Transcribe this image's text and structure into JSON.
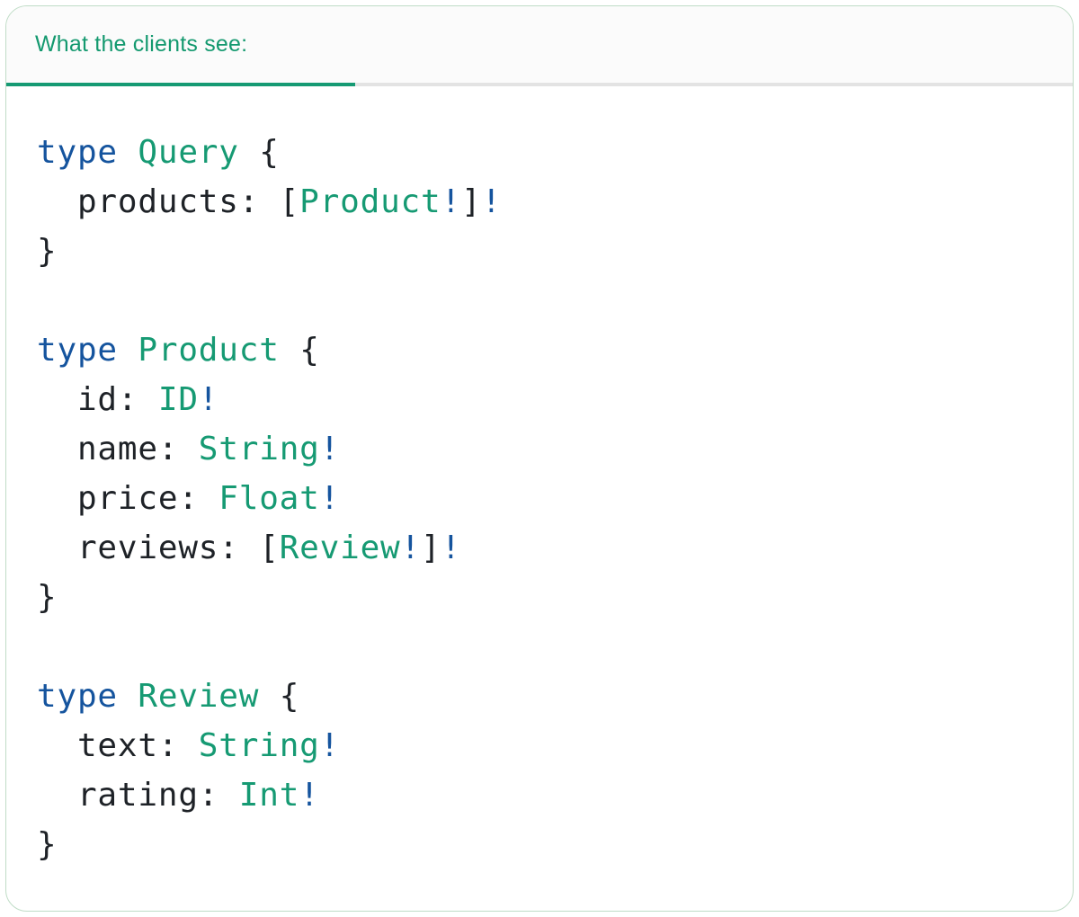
{
  "panel": {
    "title": "What the clients see:",
    "colors": {
      "accent_teal": "#169A73",
      "header_text_teal": "#14996F",
      "keyword_blue": "#15549E",
      "code_plain": "#1E2227",
      "header_bg": "#FBFBFB",
      "divider_gray": "#E3E3E3",
      "card_border": "#BFDCC6",
      "card_bg": "#FFFFFF"
    }
  },
  "code": {
    "language": "graphql-sdl",
    "lines": [
      {
        "tokens": [
          {
            "t": "type",
            "c": "kw"
          },
          {
            "t": " ",
            "c": "pl"
          },
          {
            "t": "Query",
            "c": "ty"
          },
          {
            "t": " {",
            "c": "pl"
          }
        ]
      },
      {
        "tokens": [
          {
            "t": "  products: [",
            "c": "pl"
          },
          {
            "t": "Product",
            "c": "ty"
          },
          {
            "t": "!",
            "c": "bang"
          },
          {
            "t": "]",
            "c": "pl"
          },
          {
            "t": "!",
            "c": "bang"
          }
        ]
      },
      {
        "tokens": [
          {
            "t": "}",
            "c": "pl"
          }
        ]
      },
      {
        "tokens": []
      },
      {
        "tokens": [
          {
            "t": "type",
            "c": "kw"
          },
          {
            "t": " ",
            "c": "pl"
          },
          {
            "t": "Product",
            "c": "ty"
          },
          {
            "t": " {",
            "c": "pl"
          }
        ]
      },
      {
        "tokens": [
          {
            "t": "  id: ",
            "c": "pl"
          },
          {
            "t": "ID",
            "c": "ty"
          },
          {
            "t": "!",
            "c": "bang"
          }
        ]
      },
      {
        "tokens": [
          {
            "t": "  name: ",
            "c": "pl"
          },
          {
            "t": "String",
            "c": "ty"
          },
          {
            "t": "!",
            "c": "bang"
          }
        ]
      },
      {
        "tokens": [
          {
            "t": "  price: ",
            "c": "pl"
          },
          {
            "t": "Float",
            "c": "ty"
          },
          {
            "t": "!",
            "c": "bang"
          }
        ]
      },
      {
        "tokens": [
          {
            "t": "  reviews: [",
            "c": "pl"
          },
          {
            "t": "Review",
            "c": "ty"
          },
          {
            "t": "!",
            "c": "bang"
          },
          {
            "t": "]",
            "c": "pl"
          },
          {
            "t": "!",
            "c": "bang"
          }
        ]
      },
      {
        "tokens": [
          {
            "t": "}",
            "c": "pl"
          }
        ]
      },
      {
        "tokens": []
      },
      {
        "tokens": [
          {
            "t": "type",
            "c": "kw"
          },
          {
            "t": " ",
            "c": "pl"
          },
          {
            "t": "Review",
            "c": "ty"
          },
          {
            "t": " {",
            "c": "pl"
          }
        ]
      },
      {
        "tokens": [
          {
            "t": "  text: ",
            "c": "pl"
          },
          {
            "t": "String",
            "c": "ty"
          },
          {
            "t": "!",
            "c": "bang"
          }
        ]
      },
      {
        "tokens": [
          {
            "t": "  rating: ",
            "c": "pl"
          },
          {
            "t": "Int",
            "c": "ty"
          },
          {
            "t": "!",
            "c": "bang"
          }
        ]
      },
      {
        "tokens": [
          {
            "t": "}",
            "c": "pl"
          }
        ]
      }
    ]
  }
}
